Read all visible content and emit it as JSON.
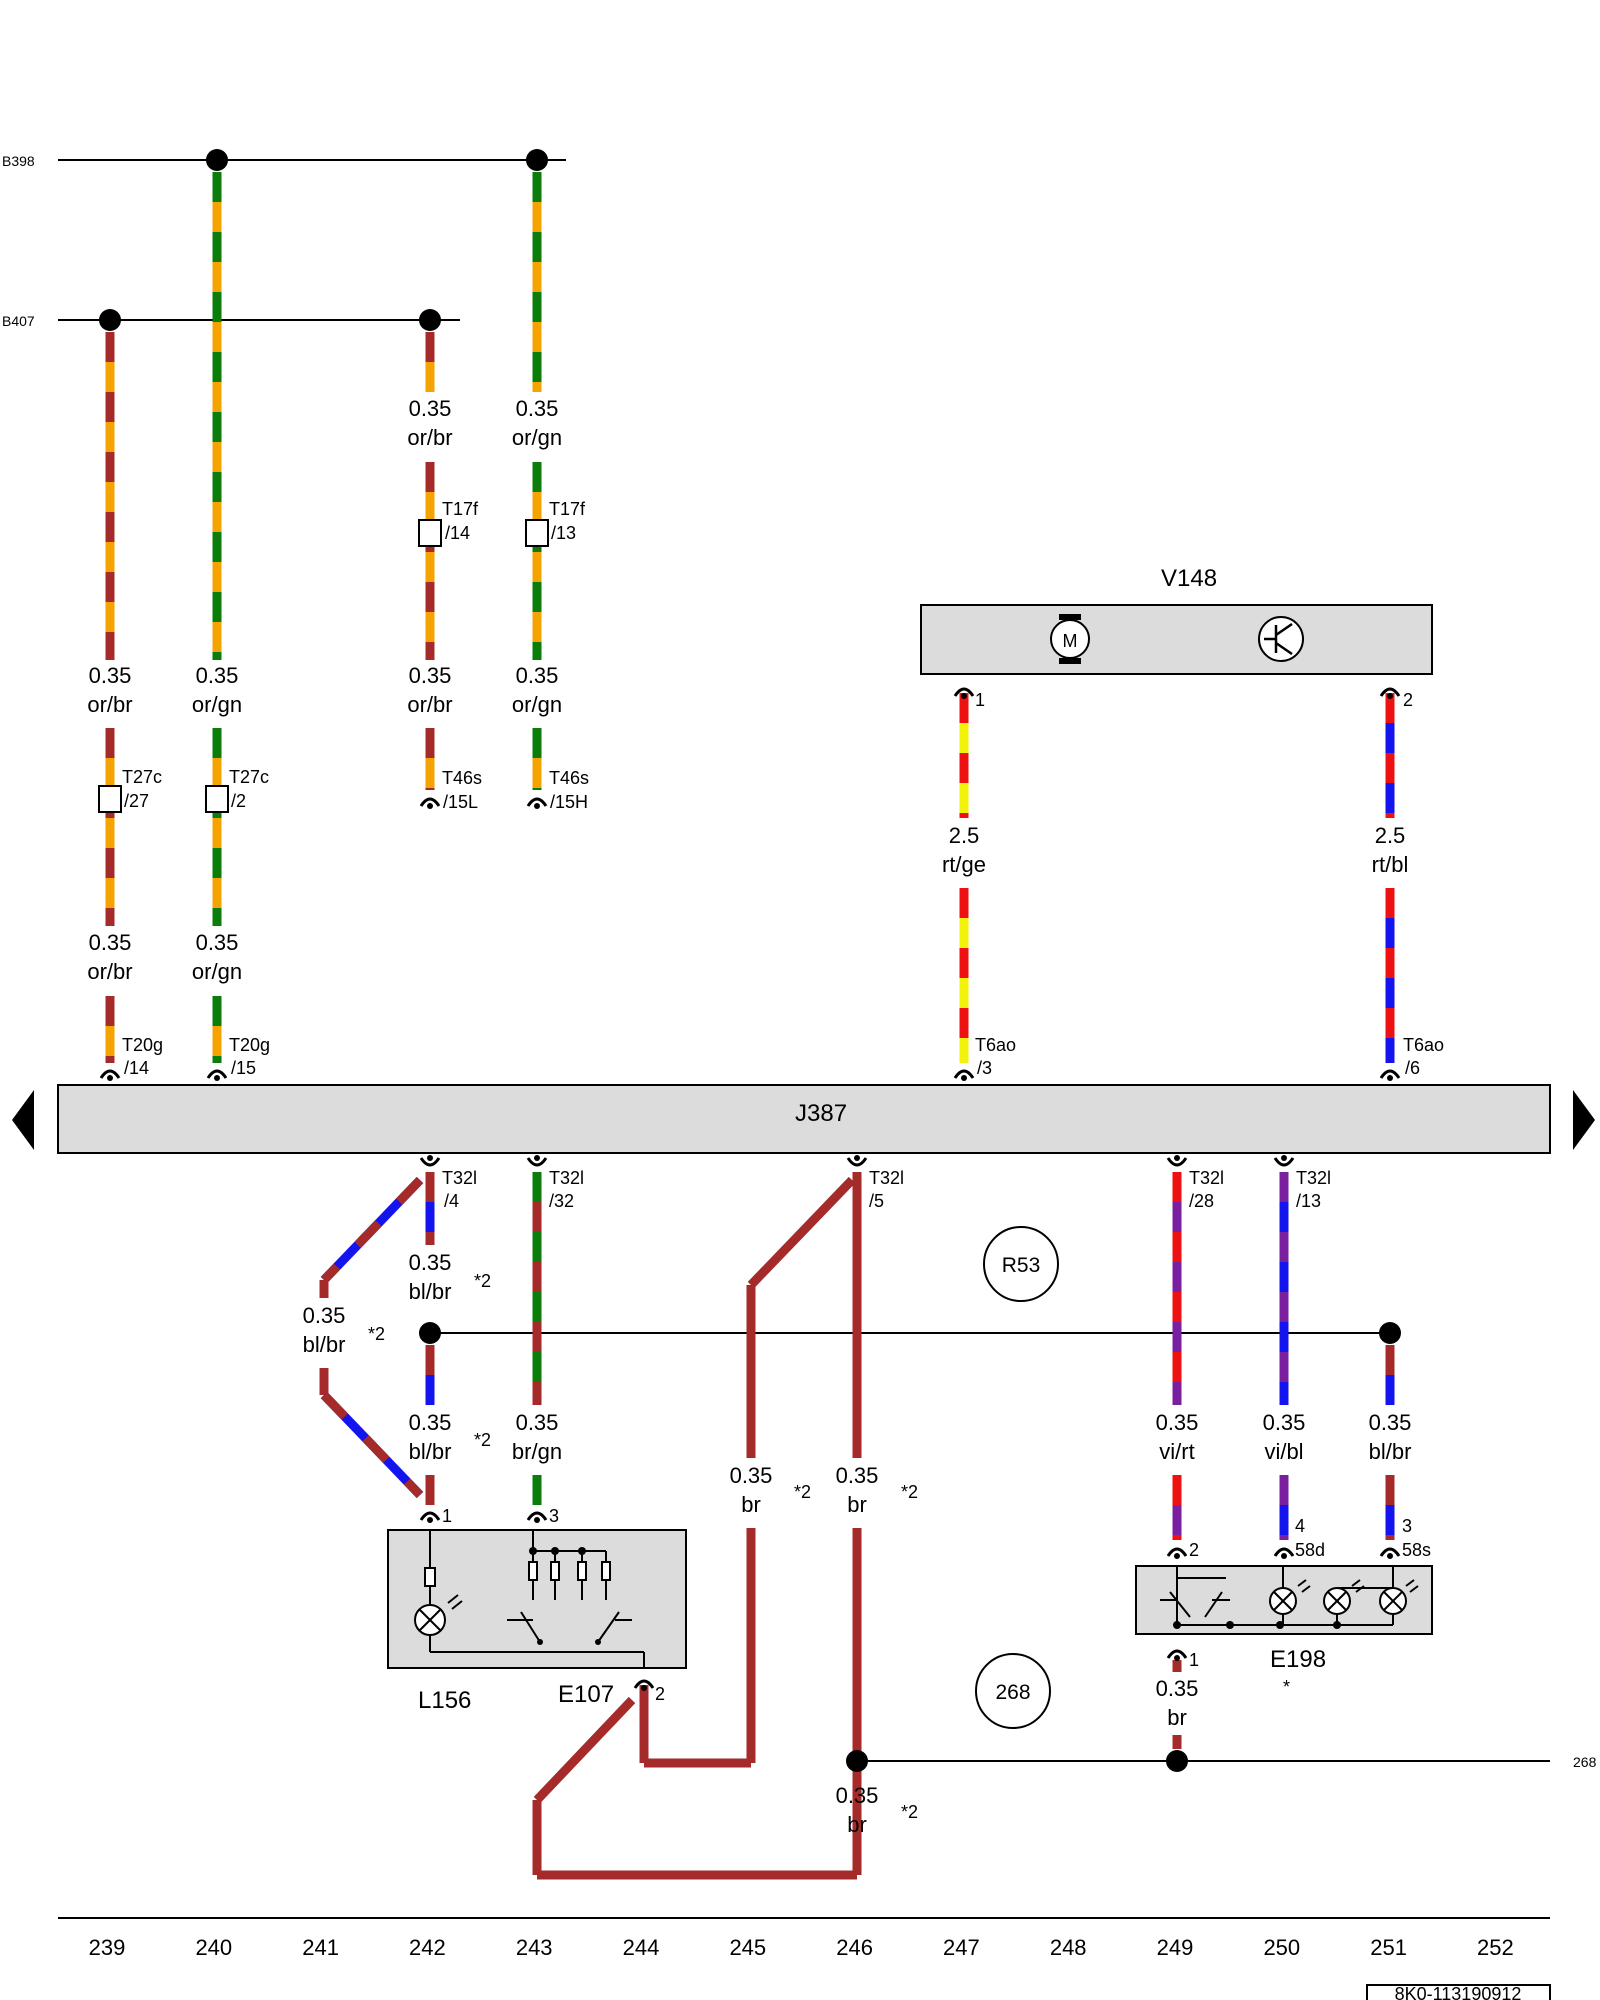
{
  "buses": {
    "b398": "B398",
    "b407": "B407",
    "gnd268": "268"
  },
  "components": {
    "j387": "J387",
    "v148": "V148",
    "l156": "L156",
    "e107": "E107",
    "e198": "E198",
    "e198_note": "*",
    "r53": "R53",
    "gnd_268": "268"
  },
  "connectors": {
    "c1": [
      "T17f",
      "/14"
    ],
    "c2": [
      "T17f",
      "/13"
    ],
    "c3": [
      "T27c",
      "/27"
    ],
    "c4": [
      "T27c",
      "/2"
    ],
    "c5": [
      "T46s",
      "/15L"
    ],
    "c6": [
      "T46s",
      "/15H"
    ],
    "c7": [
      "T20g",
      "/14"
    ],
    "c8": [
      "T20g",
      "/15"
    ],
    "c9": [
      "T6ao",
      "/3"
    ],
    "c10": [
      "T6ao",
      "/6"
    ],
    "c11": [
      "T32l",
      "/4"
    ],
    "c12": [
      "T32l",
      "/32"
    ],
    "c13": [
      "T32l",
      "/5"
    ],
    "c14": [
      "T32l",
      "/28"
    ],
    "c15": [
      "T32l",
      "/13"
    ]
  },
  "pins": {
    "v148_p1": "1",
    "v148_p2": "2",
    "l156_p1": "1",
    "e107_p3": "3",
    "e107_p2": "2",
    "e198_p2": "2",
    "e198_p4": [
      "4",
      "58d"
    ],
    "e198_p3": [
      "3",
      "58s"
    ],
    "e198_p1": "1"
  },
  "wires": {
    "w1": [
      "0.35",
      "or/br"
    ],
    "w2": [
      "0.35",
      "or/gn"
    ],
    "w3": [
      "0.35",
      "or/br"
    ],
    "w4": [
      "0.35",
      "or/gn"
    ],
    "w5": [
      "0.35",
      "or/br"
    ],
    "w6": [
      "0.35",
      "or/gn"
    ],
    "w7": [
      "0.35",
      "or/br"
    ],
    "w8": [
      "0.35",
      "or/gn"
    ],
    "w9": [
      "2.5",
      "rt/ge"
    ],
    "w10": [
      "2.5",
      "rt/bl"
    ],
    "w11": [
      "0.35",
      "bl/br"
    ],
    "w12": [
      "0.35",
      "bl/br"
    ],
    "w13": [
      "0.35",
      "bl/br"
    ],
    "w14": [
      "0.35",
      "br/gn"
    ],
    "w15": [
      "0.35",
      "br"
    ],
    "w16": [
      "0.35",
      "br"
    ],
    "w17": [
      "0.35",
      "vi/rt"
    ],
    "w18": [
      "0.35",
      "vi/bl"
    ],
    "w19": [
      "0.35",
      "bl/br"
    ],
    "w20": [
      "0.35",
      "br"
    ],
    "w21": [
      "0.35",
      "br"
    ]
  },
  "notes": {
    "n1": "*2",
    "n2": "*2",
    "n3": "*2",
    "n4": "*2",
    "n5": "*2",
    "n6": "*2"
  },
  "footer": {
    "columns": [
      "239",
      "240",
      "241",
      "242",
      "243",
      "244",
      "245",
      "246",
      "247",
      "248",
      "249",
      "250",
      "251",
      "252"
    ],
    "doc_id": "8K0-113190912"
  },
  "colors": {
    "or": "#f5a300",
    "br": "#a52a2a",
    "gn": "#0a7d0a",
    "rt": "#ee1111",
    "ge": "#f2f20a",
    "bl": "#1414ee",
    "vi": "#7a1fa0",
    "box": "#dcdcdc"
  },
  "icons": {
    "v148_motor": "motor-icon",
    "v148_electronics": "electronic-control-icon",
    "l156_lamp": "lamp-icon",
    "e107_switch": "switch-icon",
    "e198_switch": "switch-icon",
    "e198_lamps": "lamp-icon",
    "nav_left": "arrow-left-icon",
    "nav_right": "arrow-right-icon"
  }
}
